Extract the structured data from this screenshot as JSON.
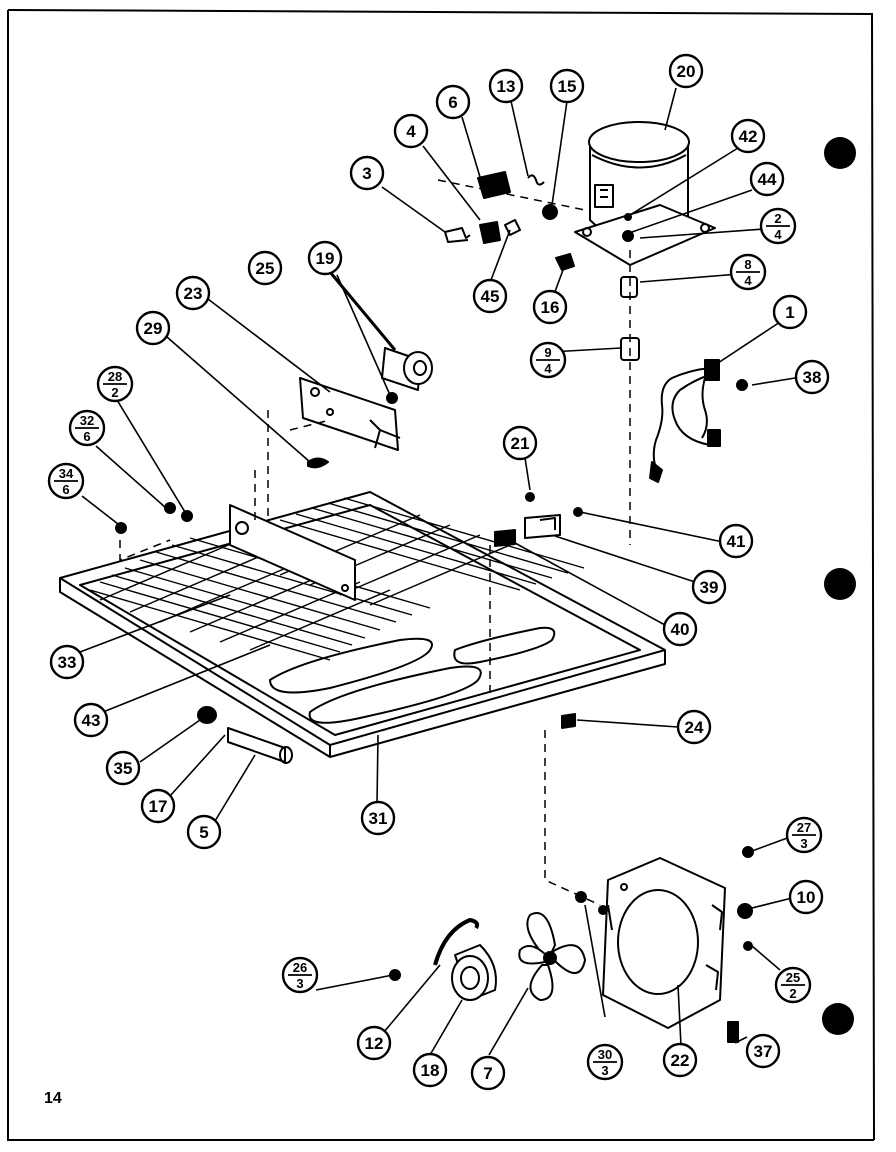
{
  "page": {
    "number": "14"
  },
  "callouts": [
    {
      "id": "c1",
      "label": "1"
    },
    {
      "id": "c3",
      "label": "3"
    },
    {
      "id": "c4",
      "label": "4"
    },
    {
      "id": "c5",
      "label": "5"
    },
    {
      "id": "c6",
      "label": "6"
    },
    {
      "id": "c7",
      "label": "7"
    },
    {
      "id": "c10",
      "label": "10"
    },
    {
      "id": "c12",
      "label": "12"
    },
    {
      "id": "c13",
      "label": "13"
    },
    {
      "id": "c15",
      "label": "15"
    },
    {
      "id": "c16",
      "label": "16"
    },
    {
      "id": "c17",
      "label": "17"
    },
    {
      "id": "c18",
      "label": "18"
    },
    {
      "id": "c19",
      "label": "19"
    },
    {
      "id": "c20",
      "label": "20"
    },
    {
      "id": "c21",
      "label": "21"
    },
    {
      "id": "c22",
      "label": "22"
    },
    {
      "id": "c23",
      "label": "23"
    },
    {
      "id": "c24",
      "label": "24"
    },
    {
      "id": "c25",
      "label": "25"
    },
    {
      "id": "c29",
      "label": "29"
    },
    {
      "id": "c31",
      "label": "31"
    },
    {
      "id": "c33",
      "label": "33"
    },
    {
      "id": "c35",
      "label": "35"
    },
    {
      "id": "c37",
      "label": "37"
    },
    {
      "id": "c38",
      "label": "38"
    },
    {
      "id": "c39",
      "label": "39"
    },
    {
      "id": "c40",
      "label": "40"
    },
    {
      "id": "c41",
      "label": "41"
    },
    {
      "id": "c42",
      "label": "42"
    },
    {
      "id": "c43",
      "label": "43"
    },
    {
      "id": "c44",
      "label": "44"
    },
    {
      "id": "c45",
      "label": "45"
    }
  ],
  "fraction_callouts": [
    {
      "id": "f2_4",
      "top": "2",
      "bottom": "4"
    },
    {
      "id": "f8_4",
      "top": "8",
      "bottom": "4"
    },
    {
      "id": "f9_4",
      "top": "9",
      "bottom": "4"
    },
    {
      "id": "f28_2",
      "top": "28",
      "bottom": "2"
    },
    {
      "id": "f32_6",
      "top": "32",
      "bottom": "6"
    },
    {
      "id": "f34_6",
      "top": "34",
      "bottom": "6"
    },
    {
      "id": "f27_3",
      "top": "27",
      "bottom": "3"
    },
    {
      "id": "f25_2",
      "top": "25",
      "bottom": "2"
    },
    {
      "id": "f26_3",
      "top": "26",
      "bottom": "3"
    },
    {
      "id": "f30_3",
      "top": "30",
      "bottom": "3"
    }
  ],
  "icons": {
    "binder_holes": "binder-hole-icon"
  }
}
